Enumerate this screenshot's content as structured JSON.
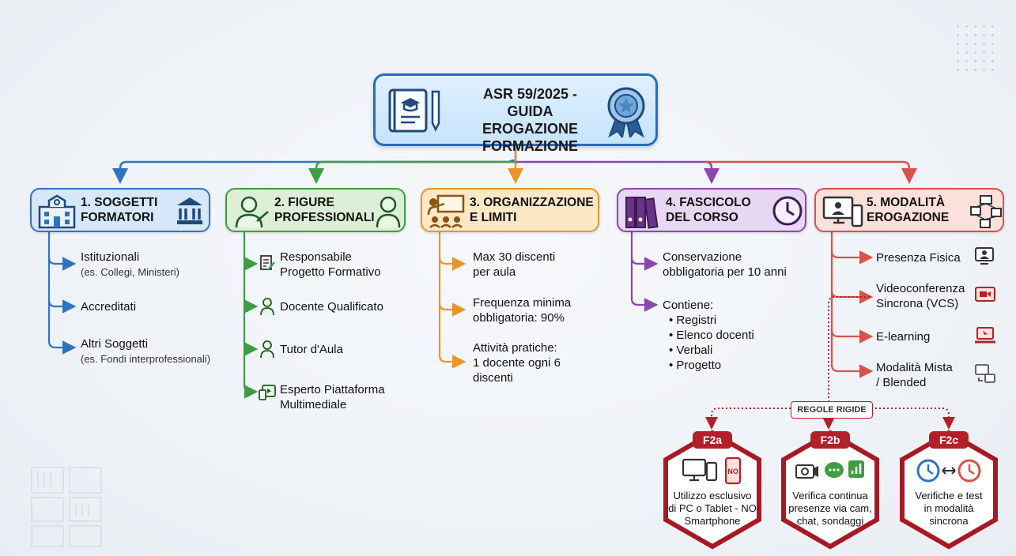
{
  "title": "ASR 59/2025 - GUIDA EROGAZIONE FORMAZIONE",
  "title_lines": [
    "ASR 59/2025 - GUIDA",
    "EROGAZIONE",
    "FORMAZIONE"
  ],
  "categories": [
    {
      "lines": [
        "1. SOGGETTI",
        "FORMATORI"
      ],
      "color": "#2f74c0",
      "bg": "#d5e7f8",
      "items": [
        {
          "text": "Istituzionali",
          "sub": "(es. Collegi, Ministeri)"
        },
        {
          "text": "Accreditati"
        },
        {
          "text": "Altri Soggetti",
          "sub": "(es. Fondi interprofessionali)"
        }
      ]
    },
    {
      "lines": [
        "2. FIGURE",
        "PROFESSIONALI"
      ],
      "color": "#3f9d43",
      "bg": "#dcefd6",
      "items": [
        {
          "lines": [
            "Responsabile",
            "Progetto Formativo"
          ],
          "icon": "document-pen-icon"
        },
        {
          "text": "Docente Qualificato",
          "icon": "teacher-icon"
        },
        {
          "text": "Tutor d'Aula",
          "icon": "tutor-icon"
        },
        {
          "lines": [
            "Esperto Piattaforma",
            "Multimediale"
          ],
          "icon": "media-platform-icon"
        }
      ]
    },
    {
      "lines": [
        "3. ORGANIZZAZIONE",
        "E LIMITI"
      ],
      "color": "#e8962a",
      "bg": "#fce7c6",
      "items": [
        {
          "lines": [
            "Max 30 discenti",
            "per aula"
          ]
        },
        {
          "lines": [
            "Frequenza minima",
            "obbligatoria: 90%"
          ]
        },
        {
          "lines": [
            "Attività pratiche:",
            "1 docente ogni 6",
            "discenti"
          ]
        }
      ]
    },
    {
      "lines": [
        "4. FASCICOLO",
        "DEL CORSO"
      ],
      "color": "#8d46b0",
      "bg": "#e8d7f2",
      "items": [
        {
          "lines": [
            "Conservazione",
            "obbligatoria per 10 anni"
          ]
        },
        {
          "lines": [
            "Contiene:"
          ],
          "bullets": [
            "Registri",
            "Elenco docenti",
            "Verbali",
            "Progetto"
          ]
        }
      ]
    },
    {
      "lines": [
        "5. MODALITÀ",
        "EROGAZIONE"
      ],
      "color": "#d8534a",
      "bg": "#fbe0dc",
      "items": [
        {
          "text": "Presenza Fisica",
          "icon": "in-person-icon"
        },
        {
          "lines": [
            "Videoconferenza",
            "Sincrona (VCS)"
          ],
          "icon": "video-icon"
        },
        {
          "text": "E-learning",
          "icon": "laptop-icon"
        },
        {
          "lines": [
            "Modalità Mista",
            "/ Blended"
          ],
          "icon": "blended-icon"
        }
      ]
    }
  ],
  "rules_label": "REGOLE RIGIDE",
  "rules": [
    {
      "code": "F2a",
      "lines": [
        "Utilizzo esclusivo",
        "di PC o Tablet - NO",
        "Smartphone"
      ],
      "phone_label": "NO"
    },
    {
      "code": "F2b",
      "lines": [
        "Verifica continua",
        "presenze via cam,",
        "chat, sondaggi"
      ]
    },
    {
      "code": "F2c",
      "lines": [
        "Verifiche e test",
        "in modalità",
        "sincrona"
      ]
    }
  ],
  "colors": {
    "root": "#1f6fc6",
    "rules": "#b4202a"
  }
}
